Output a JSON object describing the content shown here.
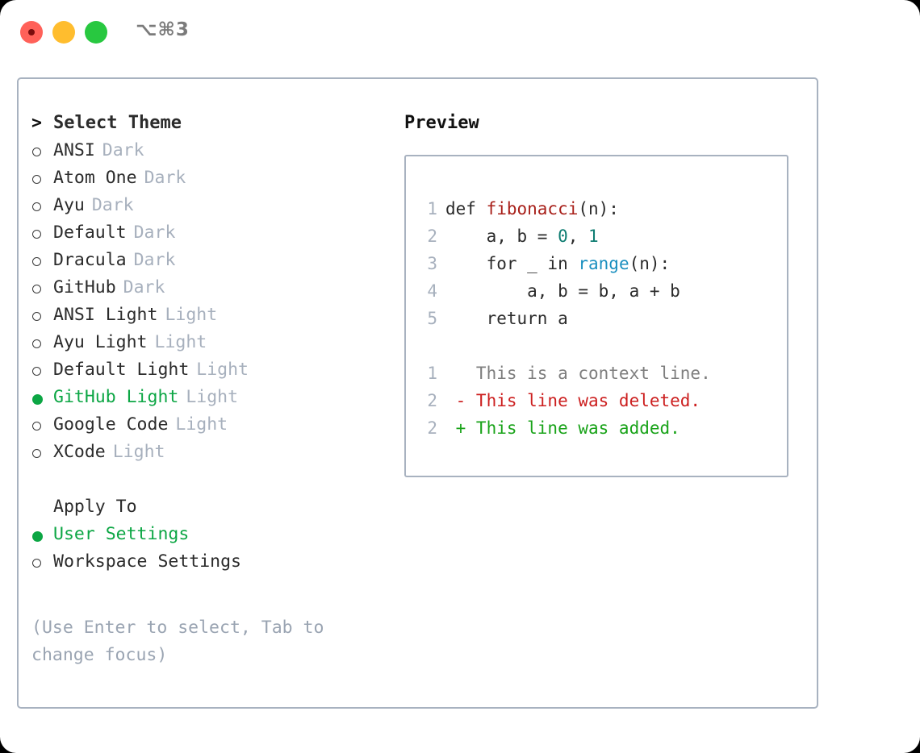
{
  "titlebar": {
    "shortcut": "⌥⌘3",
    "buttons": [
      {
        "name": "close-button",
        "color": "#ff6159"
      },
      {
        "name": "minimize-button",
        "color": "#ffbd2e"
      },
      {
        "name": "maximize-button",
        "color": "#28c840"
      }
    ]
  },
  "colors": {
    "accent_green": "#0ca644",
    "muted": "#a7b0bd",
    "border": "#a8b2c0",
    "text": "#2b2b2b",
    "diff_add": "#19a319",
    "diff_del": "#cc1f1f",
    "diff_ctx": "#7e7e7e",
    "syntax_function": "#a8201a",
    "syntax_number": "#0f7d72",
    "syntax_call": "#1a8fbf"
  },
  "theme_list": {
    "header_marker": ">",
    "header": "Select Theme",
    "items": [
      {
        "marker": "o",
        "label": "ANSI",
        "variant": "Dark",
        "selected": false
      },
      {
        "marker": "o",
        "label": "Atom One",
        "variant": "Dark",
        "selected": false
      },
      {
        "marker": "o",
        "label": "Ayu",
        "variant": "Dark",
        "selected": false
      },
      {
        "marker": "o",
        "label": "Default",
        "variant": "Dark",
        "selected": false
      },
      {
        "marker": "o",
        "label": "Dracula",
        "variant": "Dark",
        "selected": false
      },
      {
        "marker": "o",
        "label": "GitHub",
        "variant": "Dark",
        "selected": false
      },
      {
        "marker": "o",
        "label": "ANSI Light",
        "variant": "Light",
        "selected": false
      },
      {
        "marker": "o",
        "label": "Ayu Light",
        "variant": "Light",
        "selected": false
      },
      {
        "marker": "o",
        "label": "Default Light",
        "variant": "Light",
        "selected": false
      },
      {
        "marker": "●",
        "label": "GitHub Light",
        "variant": "Light",
        "selected": true
      },
      {
        "marker": "o",
        "label": "Google Code",
        "variant": "Light",
        "selected": false
      },
      {
        "marker": "o",
        "label": "XCode",
        "variant": "Light",
        "selected": false
      }
    ]
  },
  "apply_to": {
    "header": "Apply To",
    "items": [
      {
        "marker": "●",
        "label": "User Settings",
        "selected": true
      },
      {
        "marker": "o",
        "label": "Workspace Settings",
        "selected": false
      }
    ]
  },
  "hint": "(Use Enter to select, Tab to change focus)",
  "preview": {
    "title": "Preview",
    "code_lines": [
      {
        "n": "1",
        "parts": [
          {
            "t": "def ",
            "k": "plain"
          },
          {
            "t": "fibonacci",
            "k": "fn"
          },
          {
            "t": "(n):",
            "k": "plain"
          }
        ]
      },
      {
        "n": "2",
        "parts": [
          {
            "t": "    a, b = ",
            "k": "plain"
          },
          {
            "t": "0",
            "k": "num"
          },
          {
            "t": ", ",
            "k": "plain"
          },
          {
            "t": "1",
            "k": "num"
          }
        ]
      },
      {
        "n": "3",
        "parts": [
          {
            "t": "    for _ in ",
            "k": "plain"
          },
          {
            "t": "range",
            "k": "call"
          },
          {
            "t": "(n):",
            "k": "plain"
          }
        ]
      },
      {
        "n": "4",
        "parts": [
          {
            "t": "        a, b = b, a + b",
            "k": "plain"
          }
        ]
      },
      {
        "n": "5",
        "parts": [
          {
            "t": "    return a",
            "k": "plain"
          }
        ]
      }
    ],
    "diff_lines": [
      {
        "n": "1",
        "sign": " ",
        "text": "This is a context line.",
        "kind": "ctx"
      },
      {
        "n": "2",
        "sign": "-",
        "text": "This line was deleted.",
        "kind": "del"
      },
      {
        "n": "2",
        "sign": "+",
        "text": "This line was added.",
        "kind": "add"
      }
    ]
  }
}
